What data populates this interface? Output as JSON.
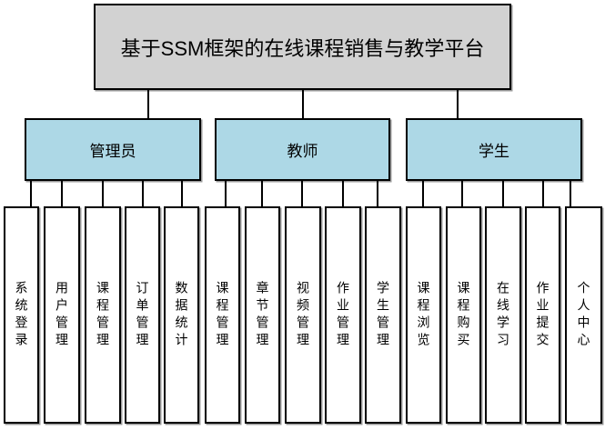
{
  "diagram": {
    "root": {
      "title": "基于SSM框架的在线课程销售与教学平台"
    },
    "groups": [
      {
        "label": "管理员",
        "children": [
          "系统登录",
          "用户管理",
          "课程管理",
          "订单管理",
          "数据统计"
        ]
      },
      {
        "label": "教师",
        "children": [
          "课程管理",
          "章节管理",
          "视频管理",
          "作业管理",
          "学生管理"
        ]
      },
      {
        "label": "学生",
        "children": [
          "课程浏览",
          "课程购买",
          "在线学习",
          "作业提交",
          "个人中心"
        ]
      }
    ],
    "colors": {
      "root_fill": "#d2d2d2",
      "group_fill": "#add8e6",
      "leaf_fill": "#ffffff",
      "border": "#000000",
      "background": "#ffffff"
    }
  }
}
